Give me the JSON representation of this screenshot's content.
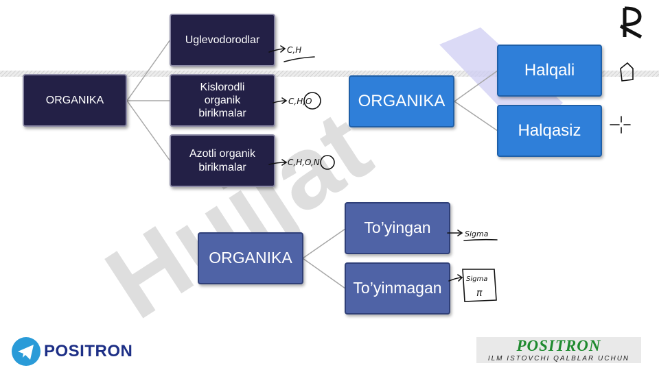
{
  "watermark": {
    "text": "Hujjat"
  },
  "diagram1": {
    "root": "ORGANIKA",
    "children": [
      "Uglevodorodlar",
      "Kislorodli organik birikmalar",
      "Azotli organik birikmalar"
    ],
    "notes": [
      "C,H",
      "C,H,O",
      "C,H,O,N"
    ]
  },
  "diagram2": {
    "root": "ORGANIKA",
    "children": [
      "Halqali",
      "Halqasiz"
    ]
  },
  "diagram3": {
    "root": "ORGANIKA",
    "children": [
      "To’yingan",
      "To’yinmagan"
    ],
    "notes": [
      "Sigma",
      "Sigma",
      "π"
    ]
  },
  "footer": {
    "left_brand": "POSITRON",
    "right_brand": "POSITRON",
    "right_slogan": "ILM ISTOVCHI QALBLAR UCHUN"
  },
  "colors": {
    "navy_box": "#232046",
    "blue_box": "#2f7fd9",
    "slate_box": "#4f63a6",
    "watermark": "#d9d9d9",
    "watermark_accent": "#c9c7f0"
  }
}
